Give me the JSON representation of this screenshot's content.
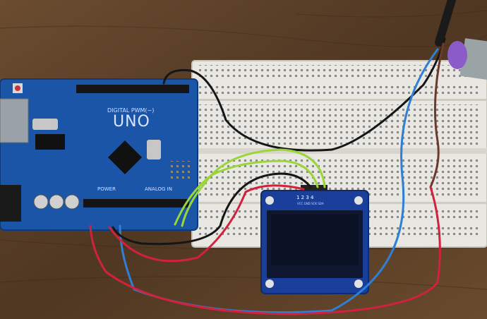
{
  "board": {
    "name": "UNO",
    "digital_label": "DIGITAL PWM(~)",
    "power_label": "POWER",
    "analog_label": "ANALOG IN"
  },
  "display": {
    "pin_numbers": "1 2 3 4",
    "pin_names": "VCC GND SCK SDA"
  },
  "colors": {
    "board_blue": "#1b55a8",
    "breadboard": "#e9e7e1",
    "oled_pcb": "#1a3f9a",
    "oled_screen": "#0e1630",
    "wire_red": "#d0213f",
    "wire_blue": "#2f7fd6",
    "wire_black": "#161616",
    "wire_green": "#9ad63a",
    "wire_brown": "#6b3a2a",
    "sensor_cap": "#8b5bc7"
  }
}
